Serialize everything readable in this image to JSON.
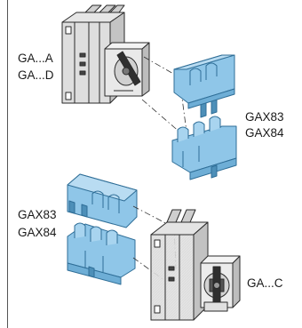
{
  "labels": {
    "top_switch_line1": "GA...A",
    "top_switch_line2": "GA...D",
    "top_cover_line1": "GAX83",
    "top_cover_line2": "GAX84",
    "bottom_cover_line1": "GAX83",
    "bottom_cover_line2": "GAX84",
    "bottom_switch": "GA...C"
  },
  "colors": {
    "cover_blue": "#8fc6e8",
    "cover_blue_dark": "#4d8fb8",
    "switch_grey": "#d9d9d9",
    "switch_dark": "#3a3a3a"
  }
}
